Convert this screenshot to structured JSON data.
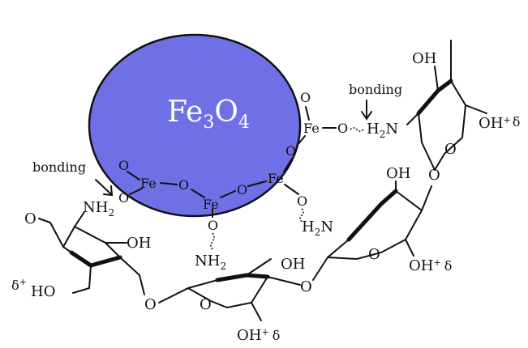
{
  "particle": {
    "label_main": "Fe",
    "label_sub1": "3",
    "label_o": "O",
    "label_sub2": "4",
    "fill": "#7070e6"
  },
  "labels": {
    "bonding_left": "bonding",
    "bonding_right": "bonding",
    "fe": "Fe",
    "o": "O",
    "nh2_text": "NH",
    "sub2": "2",
    "h2n_h": "H",
    "h2n_n": "N",
    "oh": "OH",
    "oh_plus": "OH",
    "plus": "+",
    "delta": "δ",
    "ho": "HO"
  },
  "colors": {
    "ink": "#111111",
    "particle": "#7070e6"
  }
}
